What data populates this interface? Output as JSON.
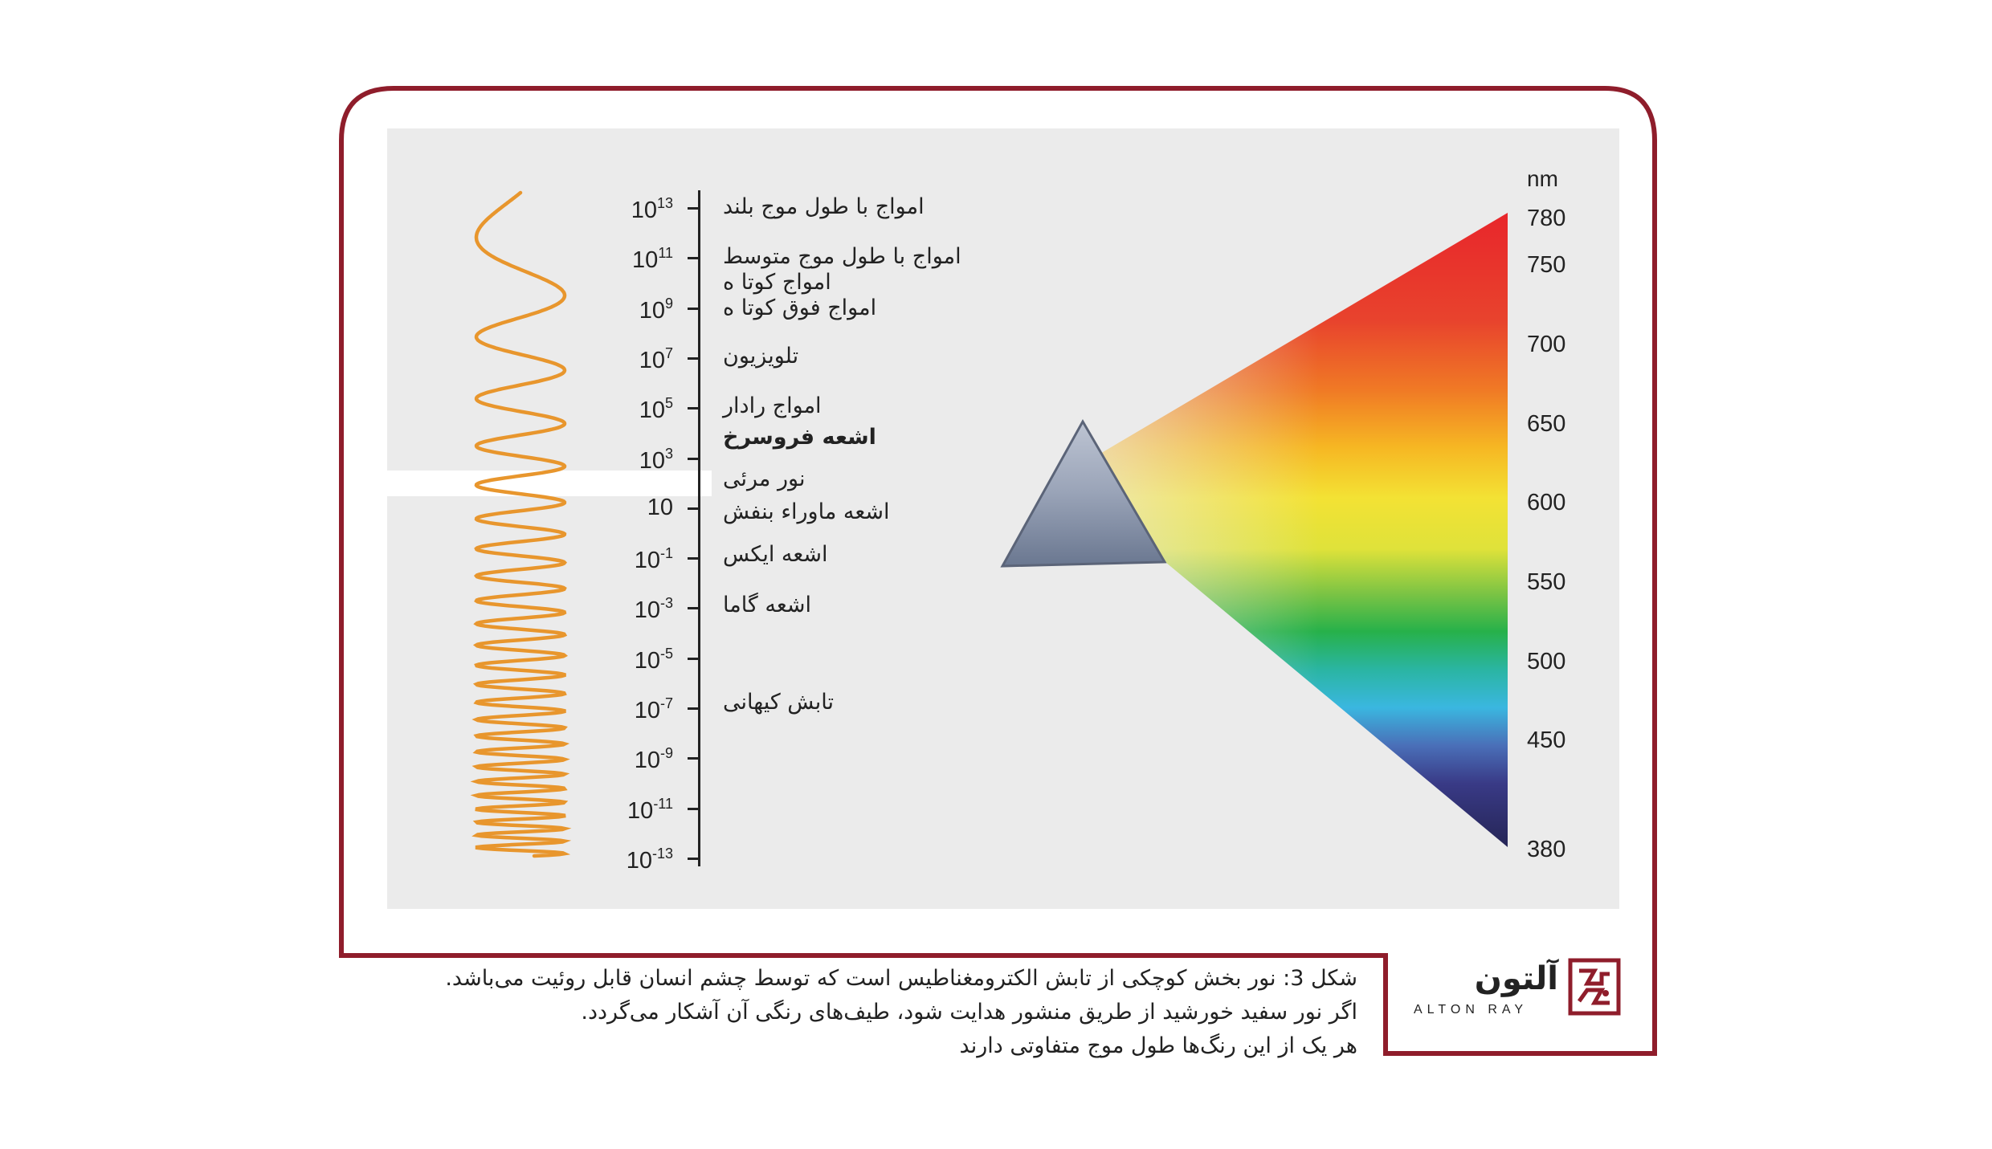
{
  "colors": {
    "frame": "#8f1d2b",
    "panel": "#ebebeb",
    "wave": "#e8962d",
    "text": "#222222"
  },
  "scale": {
    "ticks": [
      {
        "base": "10",
        "exp": "13"
      },
      {
        "base": "10",
        "exp": "11"
      },
      {
        "base": "10",
        "exp": "9"
      },
      {
        "base": "10",
        "exp": "7"
      },
      {
        "base": "10",
        "exp": "5"
      },
      {
        "base": "10",
        "exp": "3"
      },
      {
        "base": "10",
        "exp": ""
      },
      {
        "base": "10",
        "exp": "-1"
      },
      {
        "base": "10",
        "exp": "-3"
      },
      {
        "base": "10",
        "exp": "-5"
      },
      {
        "base": "10",
        "exp": "-7"
      },
      {
        "base": "10",
        "exp": "-9"
      },
      {
        "base": "10",
        "exp": "-11"
      },
      {
        "base": "10",
        "exp": "-13"
      }
    ],
    "bands": [
      {
        "label": "امواج با طول موج بلند",
        "bold": false
      },
      {
        "label": "امواج با طول موج متوسط",
        "bold": false
      },
      {
        "label": "امواج کوتا ه",
        "bold": false
      },
      {
        "label": "امواج فوق کوتا ه",
        "bold": false
      },
      {
        "label": "تلویزیون",
        "bold": false
      },
      {
        "label": "امواج رادار",
        "bold": false
      },
      {
        "label": "اشعه فروسرخ",
        "bold": true
      },
      {
        "label": "نور مرئی",
        "bold": false
      },
      {
        "label": "اشعه ماوراء بنفش",
        "bold": false
      },
      {
        "label": "اشعه ایکس",
        "bold": false
      },
      {
        "label": "اشعه گاما",
        "bold": false
      },
      {
        "label": "تابش کیهانی",
        "bold": false
      }
    ]
  },
  "spectrum": {
    "unit": "nm",
    "labels": [
      "780",
      "750",
      "700",
      "650",
      "600",
      "550",
      "500",
      "450",
      "380"
    ]
  },
  "caption": {
    "line1": "شکل 3: نور بخش کوچکی از تابش الکترومغناطیس است که توسط چشم انسان قابل روئیت می‌باشد.",
    "line2": "اگر نور سفید خورشید از طریق منشور هدایت شود، طیف‌های رنگی آن آشکار می‌گردد.",
    "line3": "هر یک از این رنگ‌ها طول موج متفاوتی دارند"
  },
  "logo": {
    "name_fa": "آلتون",
    "name_en": "ALTON RAY"
  }
}
